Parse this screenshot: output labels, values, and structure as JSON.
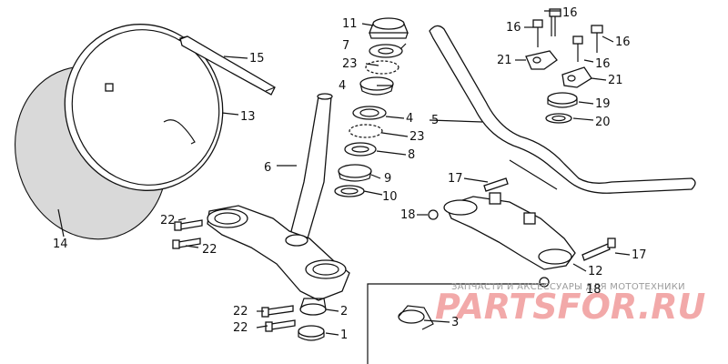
{
  "callouts": {
    "c1": "1",
    "c2": "2",
    "c3": "3",
    "c4a": "4",
    "c4b": "4",
    "c5": "5",
    "c6": "6",
    "c7": "7",
    "c8": "8",
    "c9": "9",
    "c10": "10",
    "c11": "11",
    "c12": "12",
    "c13": "13",
    "c14": "14",
    "c15": "15",
    "c16a": "16",
    "c16b": "16",
    "c16c": "16",
    "c16d": "16",
    "c17a": "17",
    "c17b": "17",
    "c18a": "18",
    "c18b": "18",
    "c19": "19",
    "c20": "20",
    "c21a": "21",
    "c21b": "21",
    "c22a": "22",
    "c22b": "22",
    "c22c": "22",
    "c22d": "22",
    "c23a": "23",
    "c23b": "23"
  },
  "watermark": {
    "tagline": "ЗАПЧАСТИ И АКСЕССУАРЫ ДЛЯ МОТОТЕХНИКИ",
    "brand": "PARTSFOR.RU"
  },
  "colors": {
    "line": "#111111",
    "watermark": "#f2a9a9",
    "background": "#ffffff"
  }
}
